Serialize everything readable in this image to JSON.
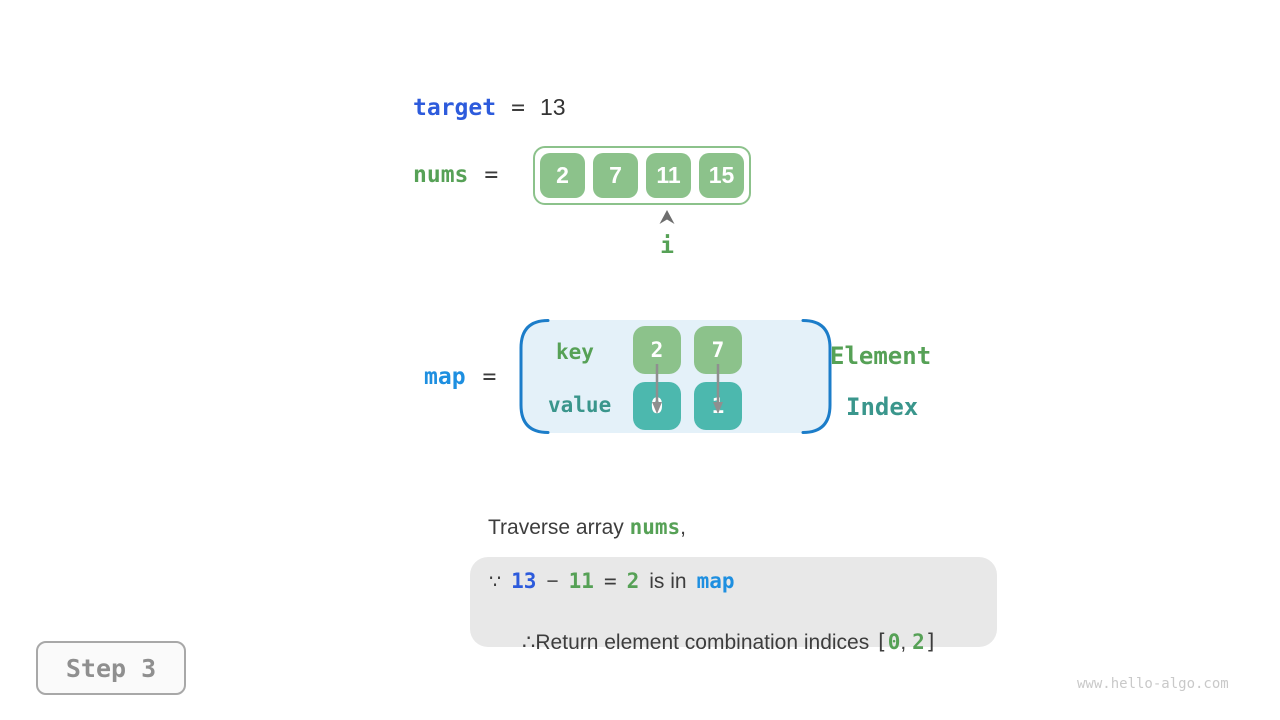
{
  "colors": {
    "royal-blue": "#2d5bdc",
    "bright-blue": "#1e8fe0",
    "green-text": "#56a156",
    "teal-text": "#3a968c",
    "green-fill": "#8cc28b",
    "teal-fill": "#4cb8ae",
    "map-bg": "#e4f1f9",
    "bracket-blue": "#1c7dc9",
    "panel-gray": "#e8e8e8",
    "ink": "#3d3d3d",
    "muted": "#8f8f8f",
    "arrow-gray": "#8f8f8f",
    "pointer-gray": "#6e6e6e",
    "watermark": "#c9c9c9"
  },
  "target": {
    "label": "target",
    "equals": "=",
    "value": "13"
  },
  "nums": {
    "label": "nums",
    "equals": "=",
    "values": [
      "2",
      "7",
      "11",
      "15"
    ],
    "pointer": {
      "label": "i",
      "points_to_value": "11"
    }
  },
  "map": {
    "label": "map",
    "equals": "=",
    "key_label": "key",
    "value_label": "value",
    "entries": [
      {
        "key": "2",
        "value": "0"
      },
      {
        "key": "7",
        "value": "1"
      }
    ],
    "element_label": "Element",
    "index_label": "Index"
  },
  "caption": {
    "prefix": "Traverse array ",
    "code": "nums",
    "suffix": ","
  },
  "conclusion": {
    "because_symbol": "∵",
    "minuend": "13",
    "minus": "−",
    "subtrahend": "11",
    "equals": "=",
    "difference": "2",
    "is_in": "is in",
    "map_ref": "map",
    "therefore_symbol": "∴",
    "result_text": "Return element combination indices ",
    "bracket_open": "[",
    "index_a": "0",
    "comma": ", ",
    "index_b": "2",
    "bracket_close": "]"
  },
  "step_badge": {
    "label": "Step 3"
  },
  "watermark": {
    "text": "www.hello-algo.com"
  }
}
